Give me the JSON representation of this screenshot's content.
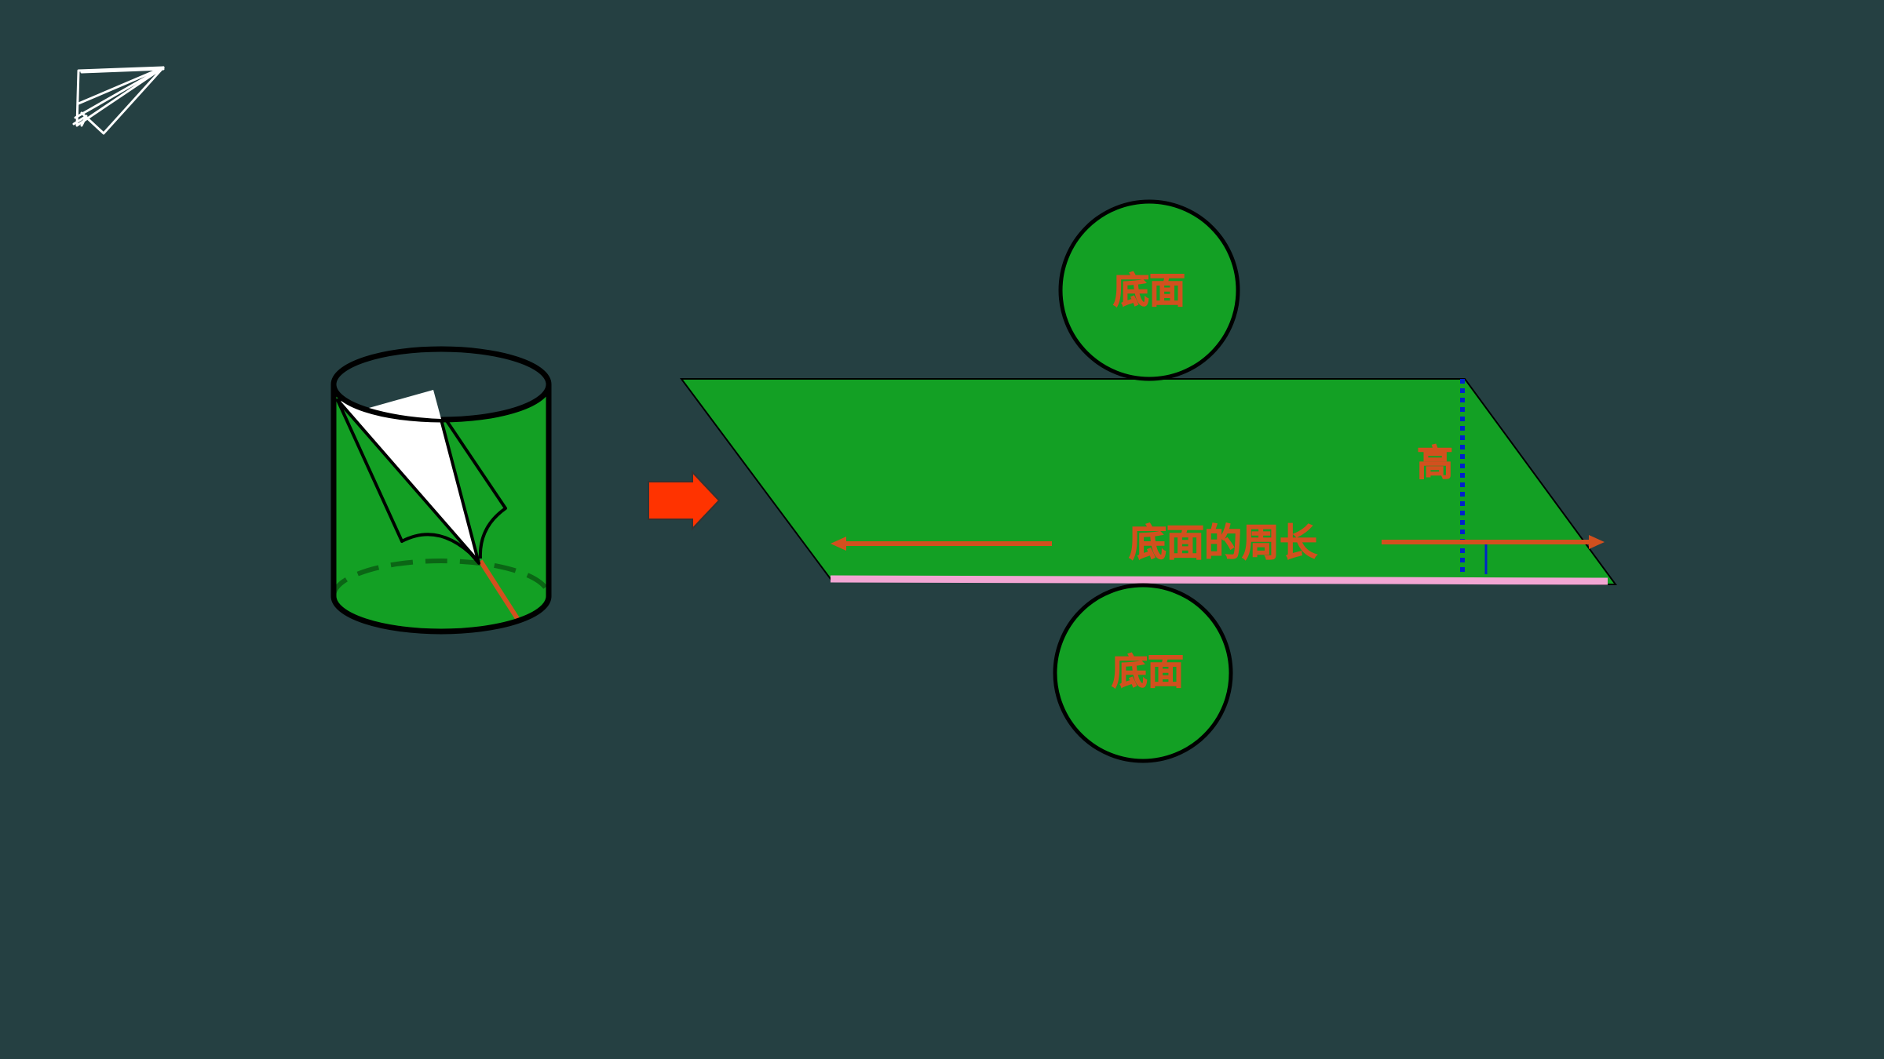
{
  "colors": {
    "background": "#254042",
    "face_green": "#13a024",
    "label_orange": "#d2501e",
    "arrow_red": "#ff3300",
    "bottom_edge_pink": "#f2a6d3",
    "height_dotted_blue": "#0022cc",
    "outline_black": "#000000",
    "paper_white": "#ffffff"
  },
  "icons": {
    "corner": "paper-plane-icon",
    "transform": "right-arrow-icon"
  },
  "labels": {
    "top_base": "底面",
    "bottom_base": "底面",
    "height": "高",
    "base_perimeter": "底面的周长"
  }
}
